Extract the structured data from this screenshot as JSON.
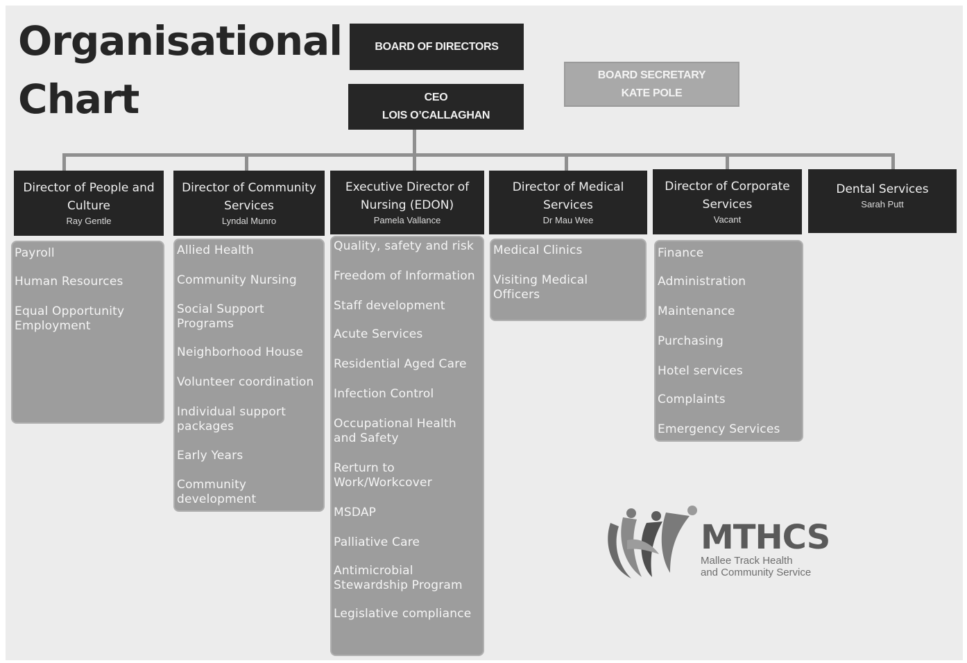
{
  "title": [
    "Organisational",
    "Chart"
  ],
  "board": {
    "label": "BOARD OF DIRECTORS"
  },
  "ceo": {
    "role": "CEO",
    "name": "LOIS O’CALLAGHAN"
  },
  "secretary": {
    "role": "BOARD SECRETARY",
    "name": "KATE POLE"
  },
  "directors": [
    {
      "title": [
        "Director of People and",
        "Culture"
      ],
      "name": "Ray Gentle",
      "items": [
        "Payroll",
        "Human Resources",
        "Equal Opportunity Employment"
      ]
    },
    {
      "title": [
        "Director of Community",
        "Services"
      ],
      "name": "Lyndal Munro",
      "items": [
        "Allied Health",
        "Community Nursing",
        "Social Support Programs",
        "Neighborhood House",
        "Volunteer coordination",
        "Individual support packages",
        "Early Years",
        "Community development"
      ]
    },
    {
      "title": [
        "Executive Director of",
        "Nursing (EDON)"
      ],
      "name": "Pamela Vallance",
      "items": [
        "Quality, safety and risk",
        "Freedom of Information",
        "Staff development",
        "Acute Services",
        "Residential Aged Care",
        "Infection Control",
        "Occupational Health and Safety",
        "Rerturn to Work/Workcover",
        "MSDAP",
        "Palliative Care",
        "Antimicrobial Stewardship Program",
        "Legislative compliance"
      ]
    },
    {
      "title": [
        "Director of Medical",
        "Services"
      ],
      "name": "Dr Mau Wee",
      "items": [
        "Medical Clinics",
        "Visiting Medical Officers"
      ]
    },
    {
      "title": [
        "Director of Corporate",
        "Services"
      ],
      "name": "Vacant",
      "items": [
        "Finance",
        "Administration",
        "Maintenance",
        "Purchasing",
        "Hotel services",
        "Complaints",
        "Emergency Services"
      ]
    },
    {
      "title": [
        "Dental Services"
      ],
      "name": "Sarah Putt",
      "items": []
    }
  ],
  "logo": {
    "name": "MTHCS",
    "tagline": [
      "Mallee Track Health",
      "and Community Service"
    ]
  },
  "colors": {
    "dark": "#262626",
    "list": "#9d9d9d",
    "connector": "#8f8f8f",
    "background": "#ececec"
  }
}
